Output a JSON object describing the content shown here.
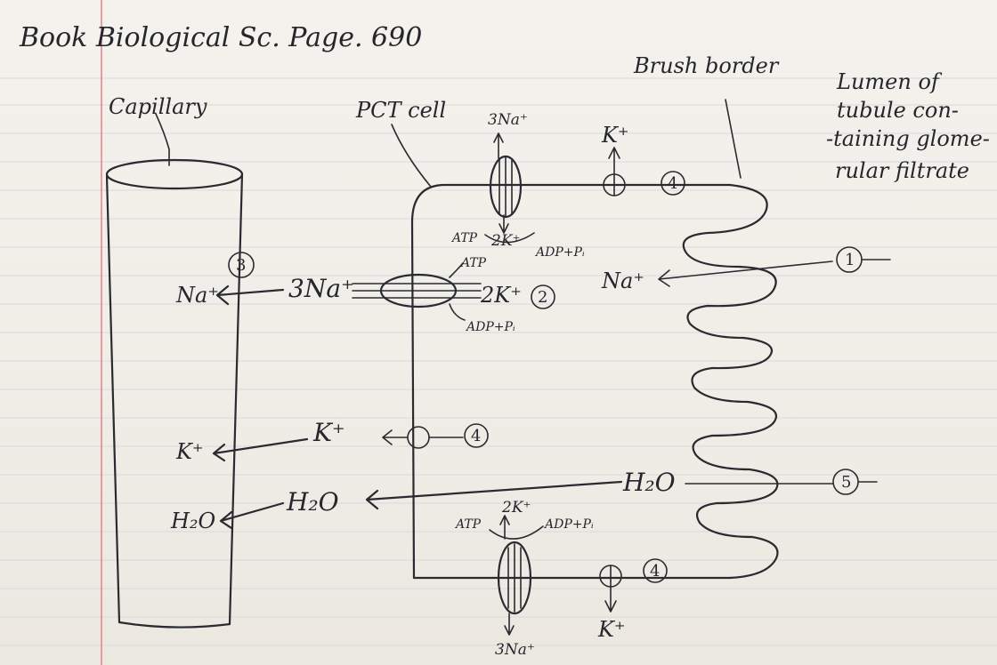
{
  "header": {
    "text": "Book Biological Sc. Page. 690"
  },
  "labels": {
    "capillary": "Capillary",
    "pct_cell": "PCT cell",
    "brush_border": "Brush border",
    "lumen": [
      "Lumen of",
      "tubule con-",
      "-taining glome-",
      "rular filtrate"
    ]
  },
  "ions": {
    "na_capillary": "Na⁺",
    "na3_left": "3Na⁺",
    "k2_pump": "2K⁺",
    "adp_pi_pump": "ADP+Pᵢ",
    "atp_pump": "ATP",
    "na_lumen": "Na⁺",
    "k_cap": "K⁺",
    "k_mid": "K⁺",
    "h2o_cap": "H₂O",
    "h2o_mid": "H₂O",
    "h2o_lumen": "H₂O",
    "top_3na": "3Na⁺",
    "top_atp": "ATP",
    "top_2k": "2K⁺",
    "top_adp": "ADP+Pᵢ",
    "top_k": "K⁺",
    "bot_atp": "ATP",
    "bot_2k": "2K⁺",
    "bot_adp": "ADP+Pᵢ",
    "bot_3na": "3Na⁺",
    "bot_k": "K⁺"
  },
  "markers": [
    "1",
    "2",
    "3",
    "4",
    "5"
  ]
}
